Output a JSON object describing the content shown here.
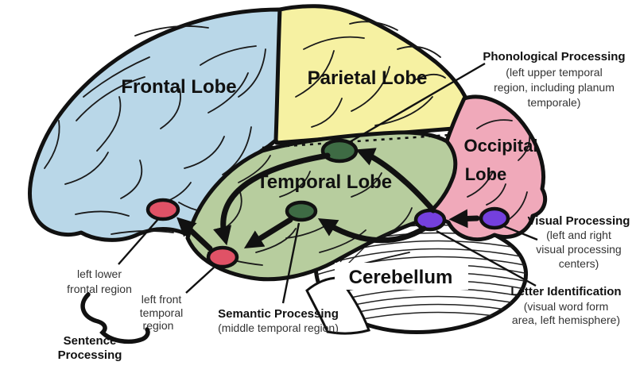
{
  "diagram": {
    "title_implicit": "Brain language processing regions",
    "lobes": {
      "frontal": {
        "label": "Frontal Lobe",
        "color": "#b9d7e8"
      },
      "parietal": {
        "label": "Parietal Lobe",
        "color": "#f6f1a2"
      },
      "temporal": {
        "label": "Temporal Lobe",
        "color": "#b7cd9e"
      },
      "occipital": {
        "label_line1": "Occipital",
        "label_line2": "Lobe",
        "color": "#f0a9ba"
      },
      "cerebellum": {
        "label": "Cerebellum",
        "color": "#ffffff"
      }
    },
    "markers": {
      "red_color": "#e05266",
      "green_color": "#3e6b44",
      "purple_color": "#7440dd",
      "outline_color": "#111111"
    },
    "annotations": {
      "phonological": {
        "title": "Phonological Processing",
        "line1": "(left upper temporal",
        "line2": "region, including planum",
        "line3": "temporale)"
      },
      "visual": {
        "title": "Visual Processing",
        "line1": "(left and right",
        "line2": "visual processing",
        "line3": "centers)"
      },
      "letter": {
        "title": "Letter Identification",
        "line1": "(visual word form",
        "line2": "area, left hemisphere)"
      },
      "semantic": {
        "title": "Semantic Processing",
        "line1": "(middle temporal region)"
      },
      "frontal_region": {
        "line1": "left lower",
        "line2": "frontal region"
      },
      "temporal_region": {
        "line1": "left front",
        "line2": "temporal",
        "line3": "region"
      },
      "sentence": {
        "title_line1": "Sentence",
        "title_line2": "Processing"
      }
    }
  }
}
